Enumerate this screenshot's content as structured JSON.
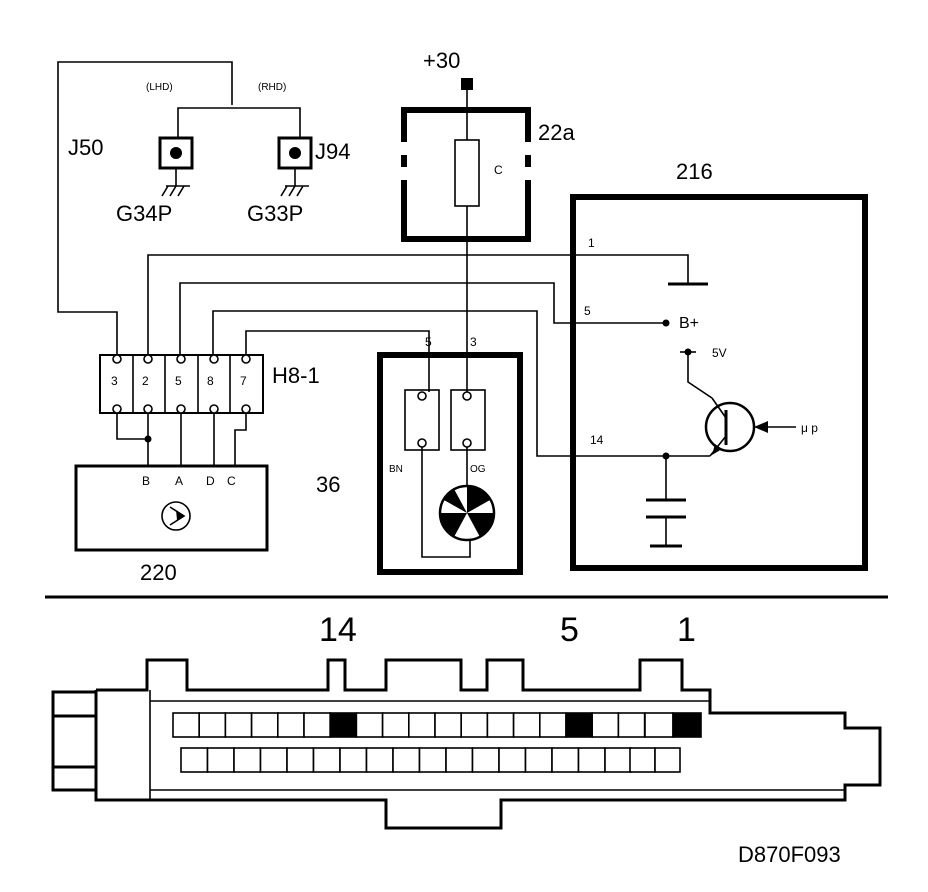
{
  "labels": {
    "supply": "+30",
    "fuse_box": "22a",
    "fuse": "C",
    "ecu": "216",
    "j50": "J50",
    "j94": "J94",
    "lhd": "(LHD)",
    "rhd": "(RHD)",
    "g34p": "G34P",
    "g33p": "G33P",
    "connector": "H8-1",
    "sensor": "220",
    "pump_unit": "36",
    "pin_bn": "BN",
    "pin_og": "OG",
    "pin5_top": "5",
    "pin3_top": "3",
    "ecu_pin1": "1",
    "ecu_pin5": "5",
    "ecu_pin14": "14",
    "b_plus": "B+",
    "v5": "5V",
    "mu_p": "μ p",
    "figure_code": "D870F093"
  },
  "connector_pins": [
    "3",
    "2",
    "5",
    "8",
    "7"
  ],
  "sensor_pins": [
    "B",
    "A",
    "D",
    "C"
  ],
  "plug_callouts": [
    "14",
    "5",
    "1"
  ]
}
